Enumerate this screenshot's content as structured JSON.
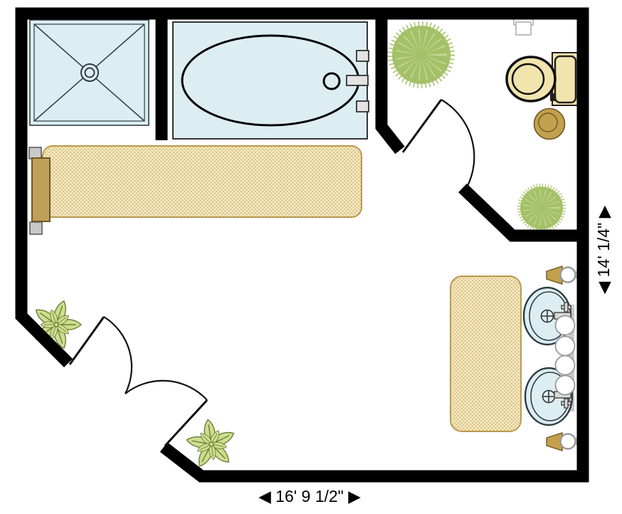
{
  "app": {
    "view": "floor-plan",
    "room": "bathroom"
  },
  "plan": {
    "dimensions": {
      "width_label": "◀ 16' 9 1/2\" ▶",
      "height_label": "◀ 14' 1/4\" ▶"
    },
    "colors": {
      "wall": "#000000",
      "fixture_fill": "#ddeef3",
      "fixture_stroke": "#2e3d43",
      "rug_base": "#f3e8c2",
      "rug_dot": "#d2b167",
      "rug_border": "#bb9a4e",
      "wood": "#bfa05a",
      "wood_stroke": "#6e5a26",
      "cream": "#f2e4ad",
      "stool": "#c2a04e",
      "bush": "#a5c168",
      "bush_light": "#c9dba0",
      "leaf": "#cede8e",
      "leaf_stroke": "#6b7f3a",
      "metal": "#c9c9c9",
      "metal_dark": "#777777"
    },
    "objects": [
      {
        "name": "shower-stall"
      },
      {
        "name": "bathtub"
      },
      {
        "name": "toilet"
      },
      {
        "name": "toilet-paper-holder"
      },
      {
        "name": "round-stool"
      },
      {
        "name": "runner-rug"
      },
      {
        "name": "towel-bar"
      },
      {
        "name": "vanity-rug"
      },
      {
        "name": "sink-top"
      },
      {
        "name": "sink-bottom"
      },
      {
        "name": "vanity-knobs"
      },
      {
        "name": "wall-sconce-top"
      },
      {
        "name": "wall-sconce-bottom"
      },
      {
        "name": "bush-plant-top"
      },
      {
        "name": "bush-plant-right"
      },
      {
        "name": "flower-plant-left"
      },
      {
        "name": "flower-plant-bottom"
      },
      {
        "name": "toilet-room-door"
      },
      {
        "name": "entry-double-door"
      }
    ]
  }
}
